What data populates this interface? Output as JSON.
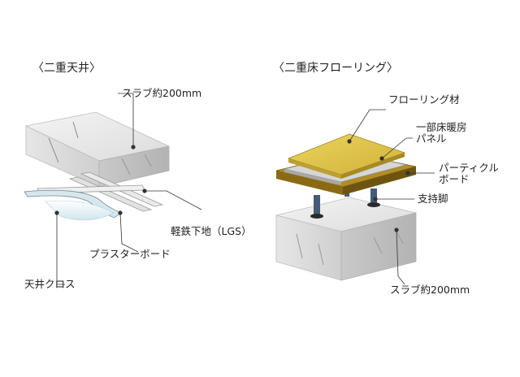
{
  "ceiling": {
    "title": "〈二重天井〉",
    "labels": {
      "slab": "スラブ約200mm",
      "lgs": "軽鉄下地（LGS）",
      "plasterboard": "プラスターボード",
      "cloth": "天井クロス"
    }
  },
  "floor": {
    "title": "〈二重床フローリング〉",
    "labels": {
      "flooring": "フローリング材",
      "panel_line1": "一部床暖房",
      "panel_line2": "パネル",
      "particle_line1": "パーティクル",
      "particle_line2": "ボード",
      "support": "支持脚",
      "slab": "スラブ約200mm"
    }
  },
  "colors": {
    "concrete_top": "#ececec",
    "concrete_front": "#d9d9d9",
    "concrete_side": "#c4c4c4",
    "flooring": "#e0c84a",
    "particle": "#a07c1c",
    "leader": "#333333"
  }
}
